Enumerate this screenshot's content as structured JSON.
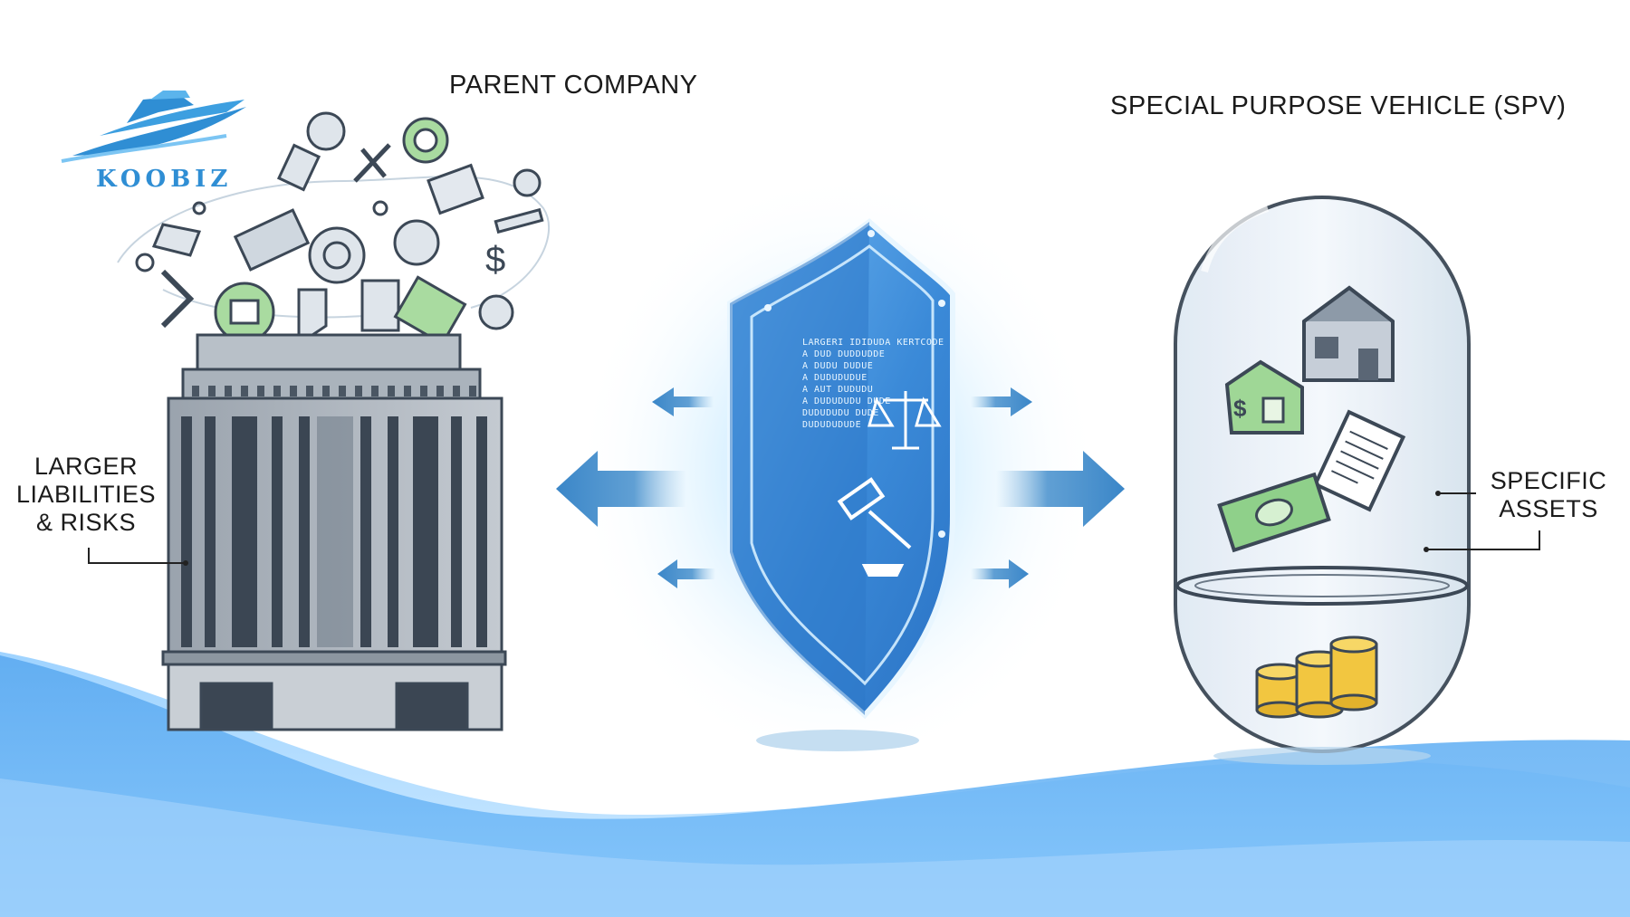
{
  "brand": {
    "logo_text": "KOOBIZ"
  },
  "left": {
    "title": "PARENT COMPANY",
    "callout": [
      "LARGER",
      "LIABILITIES",
      "& RISKS"
    ]
  },
  "right": {
    "title": "SPECIAL PURPOSE VEHICLE (SPV)",
    "callout": [
      "SPECIFIC",
      "ASSETS"
    ]
  },
  "shield": {
    "text_lines": [
      "LARGERI IDIDUDA KERTCODE",
      "A DUD DUDDUDDE",
      "A DUDU DUDUE",
      "A DUDUDUDUE",
      "A AUT DUDUDU",
      "A DUDUDUDU DUDE",
      "DUDUDUDU DUDE",
      "DUDUDUDUDE"
    ]
  },
  "colors": {
    "accent": "#2f8ed4",
    "wave": "#5aa9ee",
    "shield": "#3f8fdc",
    "money_green": "#8fd08a",
    "coin_gold": "#f2c640"
  },
  "icons": [
    "ship-logo-icon",
    "office-building-icon",
    "shield-icon",
    "scales-icon",
    "gavel-icon",
    "house-icon",
    "document-icon",
    "banknote-icon",
    "coin-stack-icon",
    "dollar-sign-icon"
  ]
}
